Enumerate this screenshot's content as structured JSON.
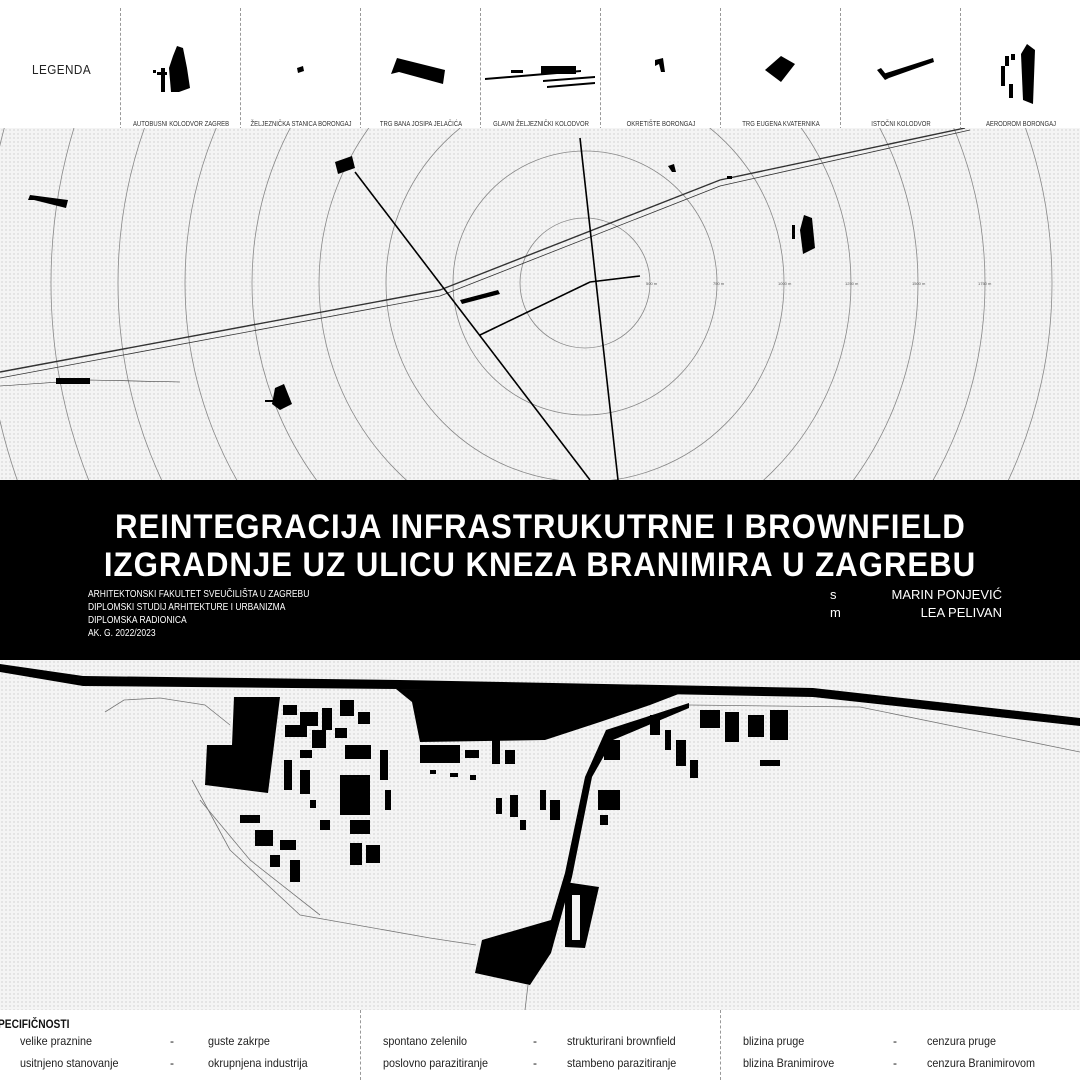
{
  "legend": {
    "title": "LEGENDA",
    "items": [
      {
        "label": "AUTOBUSNI KOLODVOR ZAGREB"
      },
      {
        "label": "ŽELJEZNIČKA STANICA BORONGAJ"
      },
      {
        "label": "TRG BANA JOSIPA JELAČIĆA"
      },
      {
        "label": "GLAVNI ŽELJEZNIČKI KOLODVOR"
      },
      {
        "label": "OKRETIŠTE BORONGAJ"
      },
      {
        "label": "TRG EUGENA KVATERNIKA"
      },
      {
        "label": "ISTOČNI KOLODVOR"
      },
      {
        "label": "AERODROM BORONGAJ"
      }
    ]
  },
  "top_map": {
    "ring_labels": [
      "500 m",
      "750 m",
      "1000 m",
      "1250 m",
      "1500 m",
      "1750 m"
    ],
    "ring_color": "#888888",
    "figure_color": "#000000"
  },
  "header": {
    "title_line1": "REINTEGRACIJA INFRASTRUKUTRNE I BROWNFIELD",
    "title_line2": "IZGRADNJE UZ ULICU KNEZA BRANIMIRA U ZAGREBU",
    "info": [
      "ARHITEKTONSKI FAKULTET SVEUČILIŠTA U ZAGREBU",
      "DIPLOMSKI STUDIJ ARHITEKTURE I URBANIZMA",
      "DIPLOMSKA RADIONICA",
      "AK. G. 2022/2023"
    ],
    "authors": [
      {
        "role": "s",
        "name": "MARIN PONJEVIĆ"
      },
      {
        "role": "m",
        "name": "LEA PELIVAN"
      }
    ]
  },
  "specs": {
    "title": "PECIFIČNOSTI",
    "columns": [
      {
        "rows": [
          [
            "velike praznine",
            "guste zakrpe"
          ],
          [
            "usitnjeno stanovanje",
            "okrupnjena industrija"
          ]
        ]
      },
      {
        "rows": [
          [
            "spontano zelenilo",
            "strukturirani brownfield"
          ],
          [
            "poslovno parazitiranje",
            "stambeno parazitiranje"
          ]
        ]
      },
      {
        "rows": [
          [
            "blizina pruge",
            "cenzura pruge"
          ],
          [
            "blizina Branimirove",
            "cenzura Branimirovom"
          ]
        ]
      }
    ],
    "separator": "-"
  }
}
